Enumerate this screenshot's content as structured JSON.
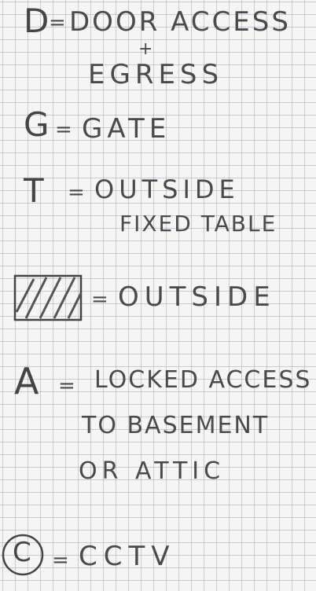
{
  "legend": [
    {
      "symbol": "D",
      "text_lines": [
        "DOOR ACCESS",
        "+",
        "EGRESS"
      ]
    },
    {
      "symbol": "G",
      "text_lines": [
        "GATE"
      ]
    },
    {
      "symbol": "T",
      "text_lines": [
        "OUTSIDE",
        "FIXED TABLE"
      ]
    },
    {
      "symbol": "hatched-box",
      "text_lines": [
        "OUTSIDE"
      ]
    },
    {
      "symbol": "A",
      "text_lines": [
        "LOCKED ACCESS",
        "TO BASEMENT",
        "OR ATTIC"
      ]
    },
    {
      "symbol": "C",
      "text_lines": [
        "CCTV"
      ]
    }
  ],
  "equals": "="
}
